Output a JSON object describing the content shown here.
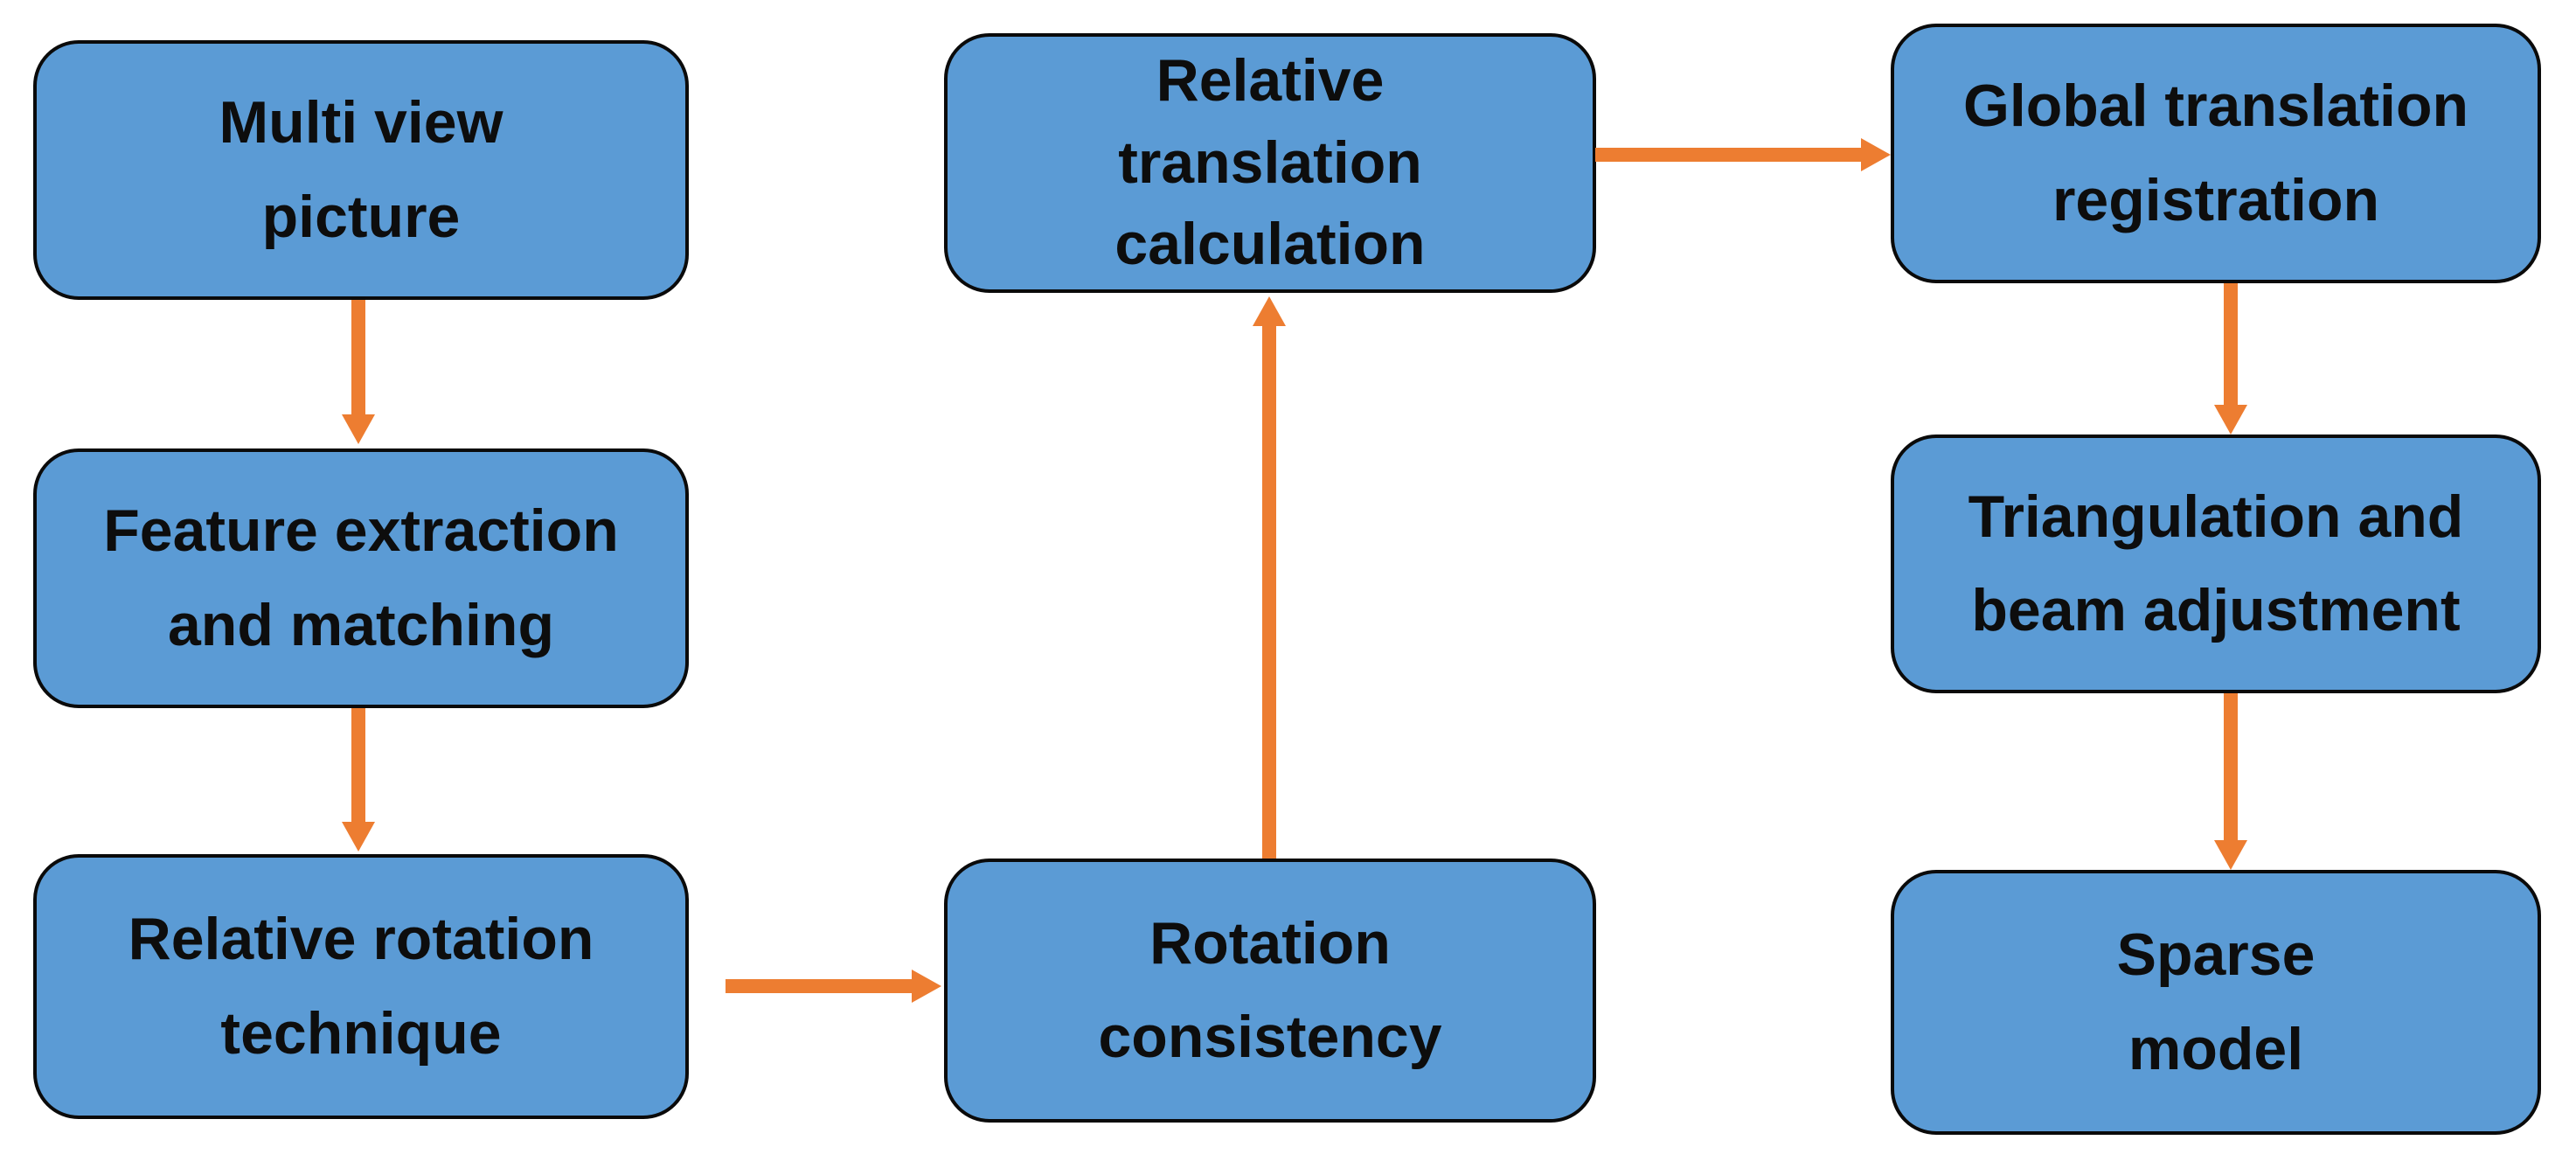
{
  "figure": {
    "type": "flowchart",
    "background": "#ffffff"
  },
  "colors": {
    "box_fill": "#5b9bd5",
    "box_border": "#0a0a0a",
    "arrow": "#ed7d31",
    "text_color": "#0d0d0d",
    "background": "#ffffff"
  },
  "nodes": [
    {
      "id": "multi-view-picture",
      "label": "Multi view\npicture"
    },
    {
      "id": "feature-extraction-and-matching",
      "label": "Feature extraction\nand matching"
    },
    {
      "id": "relative-rotation-technique",
      "label": "Relative rotation\ntechnique"
    },
    {
      "id": "relative-translation-calculation",
      "label": "Relative\ntranslation\ncalculation"
    },
    {
      "id": "rotation-consistency",
      "label": "Rotation\nconsistency"
    },
    {
      "id": "global-translation-registration",
      "label": "Global translation\nregistration"
    },
    {
      "id": "triangulation-and-beam-adjustment",
      "label": "Triangulation and\nbeam adjustment"
    },
    {
      "id": "sparse-model",
      "label": "Sparse\nmodel"
    }
  ],
  "edges": [
    {
      "from": "multi-view-picture",
      "to": "feature-extraction-and-matching",
      "direction": "down"
    },
    {
      "from": "feature-extraction-and-matching",
      "to": "relative-rotation-technique",
      "direction": "down"
    },
    {
      "from": "relative-rotation-technique",
      "to": "rotation-consistency",
      "direction": "right"
    },
    {
      "from": "rotation-consistency",
      "to": "relative-translation-calculation",
      "direction": "up"
    },
    {
      "from": "relative-translation-calculation",
      "to": "global-translation-registration",
      "direction": "right"
    },
    {
      "from": "global-translation-registration",
      "to": "triangulation-and-beam-adjustment",
      "direction": "down"
    },
    {
      "from": "triangulation-and-beam-adjustment",
      "to": "sparse-model",
      "direction": "down"
    }
  ]
}
